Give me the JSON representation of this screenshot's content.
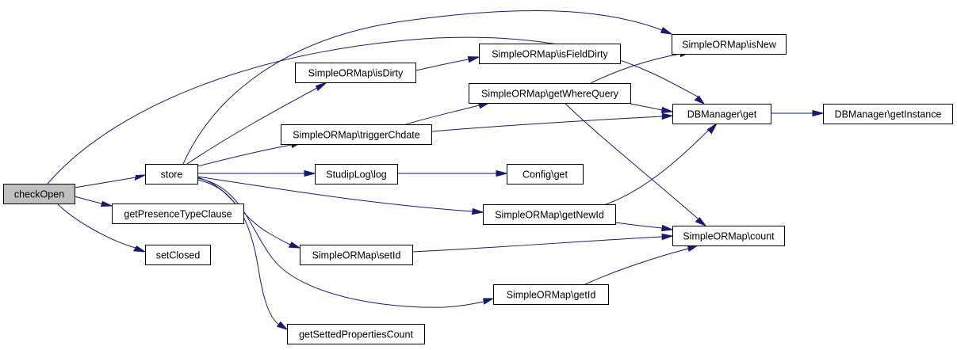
{
  "graph": {
    "root": "checkOpen",
    "nodes": [
      {
        "id": "checkOpen",
        "label": "checkOpen"
      },
      {
        "id": "store",
        "label": "store"
      },
      {
        "id": "getPresenceTypeClause",
        "label": "getPresenceTypeClause"
      },
      {
        "id": "setClosed",
        "label": "setClosed"
      },
      {
        "id": "isDirty",
        "label": "SimpleORMap\\isDirty"
      },
      {
        "id": "triggerChdate",
        "label": "SimpleORMap\\triggerChdate"
      },
      {
        "id": "log",
        "label": "StudipLog\\log"
      },
      {
        "id": "setId",
        "label": "SimpleORMap\\setId"
      },
      {
        "id": "getSettedPropertiesCount",
        "label": "getSettedPropertiesCount"
      },
      {
        "id": "isFieldDirty",
        "label": "SimpleORMap\\isFieldDirty"
      },
      {
        "id": "getWhereQuery",
        "label": "SimpleORMap\\getWhereQuery"
      },
      {
        "id": "configGet",
        "label": "Config\\get"
      },
      {
        "id": "getNewId",
        "label": "SimpleORMap\\getNewId"
      },
      {
        "id": "getId",
        "label": "SimpleORMap\\getId"
      },
      {
        "id": "isNew",
        "label": "SimpleORMap\\isNew"
      },
      {
        "id": "dbGet",
        "label": "DBManager\\get"
      },
      {
        "id": "count",
        "label": "SimpleORMap\\count"
      },
      {
        "id": "getInstance",
        "label": "DBManager\\getInstance"
      }
    ],
    "edges": [
      {
        "from": "checkOpen",
        "to": "store"
      },
      {
        "from": "checkOpen",
        "to": "getPresenceTypeClause"
      },
      {
        "from": "checkOpen",
        "to": "setClosed"
      },
      {
        "from": "checkOpen",
        "to": "dbGet"
      },
      {
        "from": "store",
        "to": "isDirty"
      },
      {
        "from": "store",
        "to": "triggerChdate"
      },
      {
        "from": "store",
        "to": "log"
      },
      {
        "from": "store",
        "to": "getNewId"
      },
      {
        "from": "store",
        "to": "setId"
      },
      {
        "from": "store",
        "to": "getId"
      },
      {
        "from": "store",
        "to": "getSettedPropertiesCount"
      },
      {
        "from": "store",
        "to": "isNew"
      },
      {
        "from": "isDirty",
        "to": "isFieldDirty"
      },
      {
        "from": "triggerChdate",
        "to": "getWhereQuery"
      },
      {
        "from": "triggerChdate",
        "to": "dbGet"
      },
      {
        "from": "getWhereQuery",
        "to": "isNew"
      },
      {
        "from": "getWhereQuery",
        "to": "dbGet"
      },
      {
        "from": "getWhereQuery",
        "to": "count"
      },
      {
        "from": "log",
        "to": "configGet"
      },
      {
        "from": "getNewId",
        "to": "dbGet"
      },
      {
        "from": "getNewId",
        "to": "count"
      },
      {
        "from": "setId",
        "to": "count"
      },
      {
        "from": "getId",
        "to": "count"
      },
      {
        "from": "dbGet",
        "to": "getInstance"
      }
    ]
  }
}
